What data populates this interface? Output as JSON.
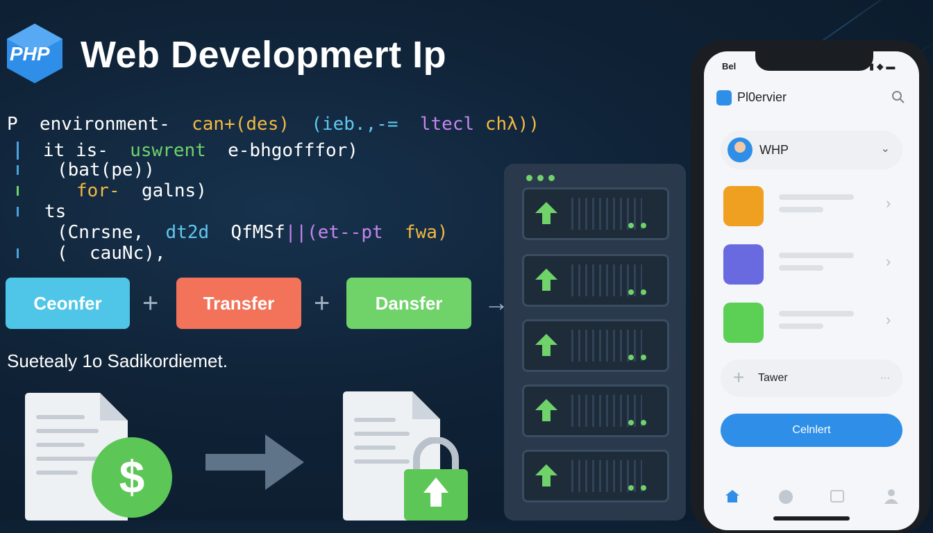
{
  "header": {
    "logo_text": "PHP",
    "title": "Web Developmert Ip"
  },
  "code": {
    "lines": [
      {
        "prefix": "P",
        "a": "environment-",
        "b": "can+(des)",
        "c": "(ieb.,-=",
        "d": "ltecl",
        "e": "chλ))"
      },
      {
        "a": "it is-",
        "b": "uswrent",
        "c": "e-bhgofffor)"
      },
      {
        "a": "(bat(pe))"
      },
      {
        "a": "for-",
        "b": "galns)"
      },
      {
        "a": "ts"
      },
      {
        "a": "(Cnrsne,",
        "b": "dt2d",
        "c": "QfMSf",
        "d": "||(et--pt",
        "e": "fwa)"
      },
      {
        "a": "(",
        "b": "cauNc),"
      }
    ]
  },
  "flow": [
    {
      "label": "Ceonfer",
      "color": "#4fc6e8"
    },
    {
      "label": "Transfer",
      "color": "#f2735a"
    },
    {
      "label": "Dansfer",
      "color": "#6fd36a"
    }
  ],
  "flow_ops": [
    "+",
    "+",
    "→"
  ],
  "caption": "Suetealy 1o Sadikordiemet.",
  "phone": {
    "status_time": "Bel",
    "app_name": "Pl0ervier",
    "account_label": "WHP",
    "list_item_colors": [
      "#f0a020",
      "#6a6ae0",
      "#5ccf55"
    ],
    "add_label": "Tawer",
    "primary_button": "Celnlert"
  },
  "colors": {
    "accent_blue": "#2f8fe8",
    "green": "#6fd36a"
  }
}
